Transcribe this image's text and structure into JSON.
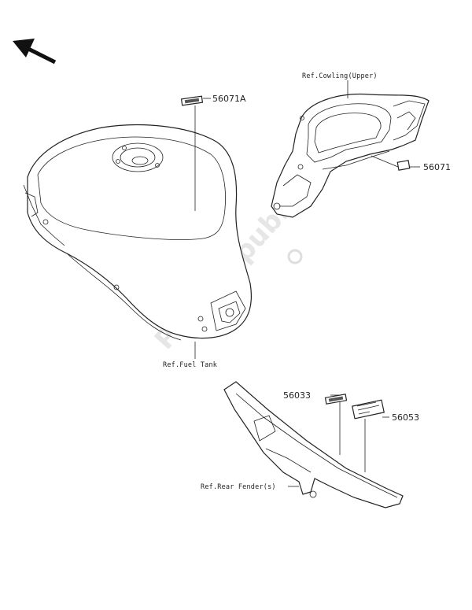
{
  "refs": {
    "cowling": "Ref.Cowling(Upper)",
    "fuel_tank": "Ref.Fuel Tank",
    "rear_fender": "Ref.Rear Fender(s)"
  },
  "parts": {
    "p56071A": "56071A",
    "p56071": "56071",
    "p56033": "56033",
    "p56053": "56053"
  },
  "watermark": "PartsRepublik",
  "icons": {
    "direction": "front-direction-arrow-icon"
  }
}
